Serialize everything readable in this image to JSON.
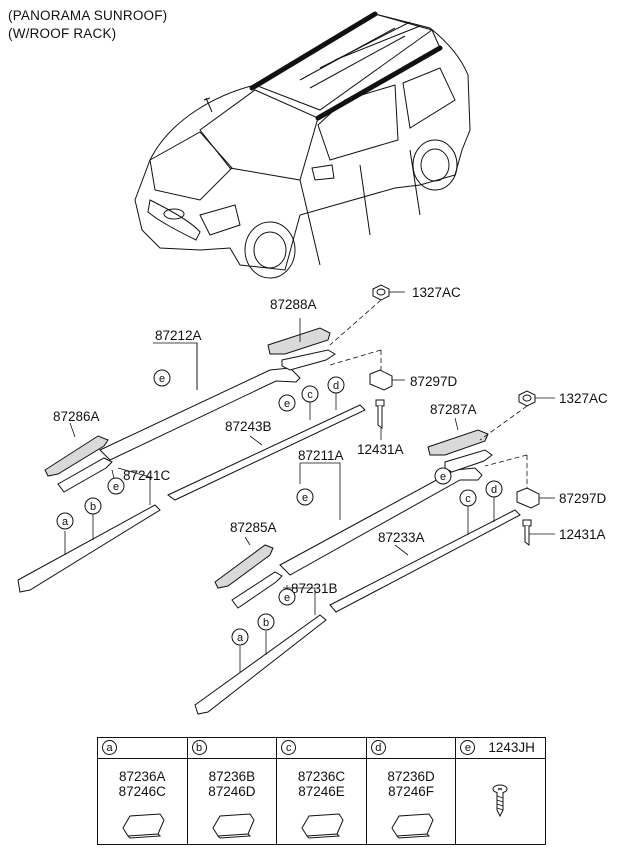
{
  "header": {
    "line1": "(PANORAMA SUNROOF)",
    "line2": "(W/ROOF RACK)"
  },
  "labels": {
    "p1327ac_top": "1327AC",
    "p87288a": "87288A",
    "p87212a": "87212A",
    "p87297d_top": "87297D",
    "p87286a": "87286A",
    "p87243b": "87243B",
    "p12431a_top": "12431A",
    "p87241c": "87241C",
    "p1327ac_bot": "1327AC",
    "p87287a": "87287A",
    "p87211a": "87211A",
    "p87297d_bot": "87297D",
    "p87285a": "87285A",
    "p87233a": "87233A",
    "p12431a_bot": "12431A",
    "p87231b": "87231B"
  },
  "callouts": {
    "a": "a",
    "b": "b",
    "c": "c",
    "d": "d",
    "e": "e"
  },
  "legend": {
    "cells": [
      {
        "letter": "a",
        "part1": "87236A",
        "part2": "87246C"
      },
      {
        "letter": "b",
        "part1": "87236B",
        "part2": "87246D"
      },
      {
        "letter": "c",
        "part1": "87236C",
        "part2": "87246E"
      },
      {
        "letter": "d",
        "part1": "87236D",
        "part2": "87246F"
      },
      {
        "letter": "e",
        "part1": "1243JH"
      }
    ]
  }
}
